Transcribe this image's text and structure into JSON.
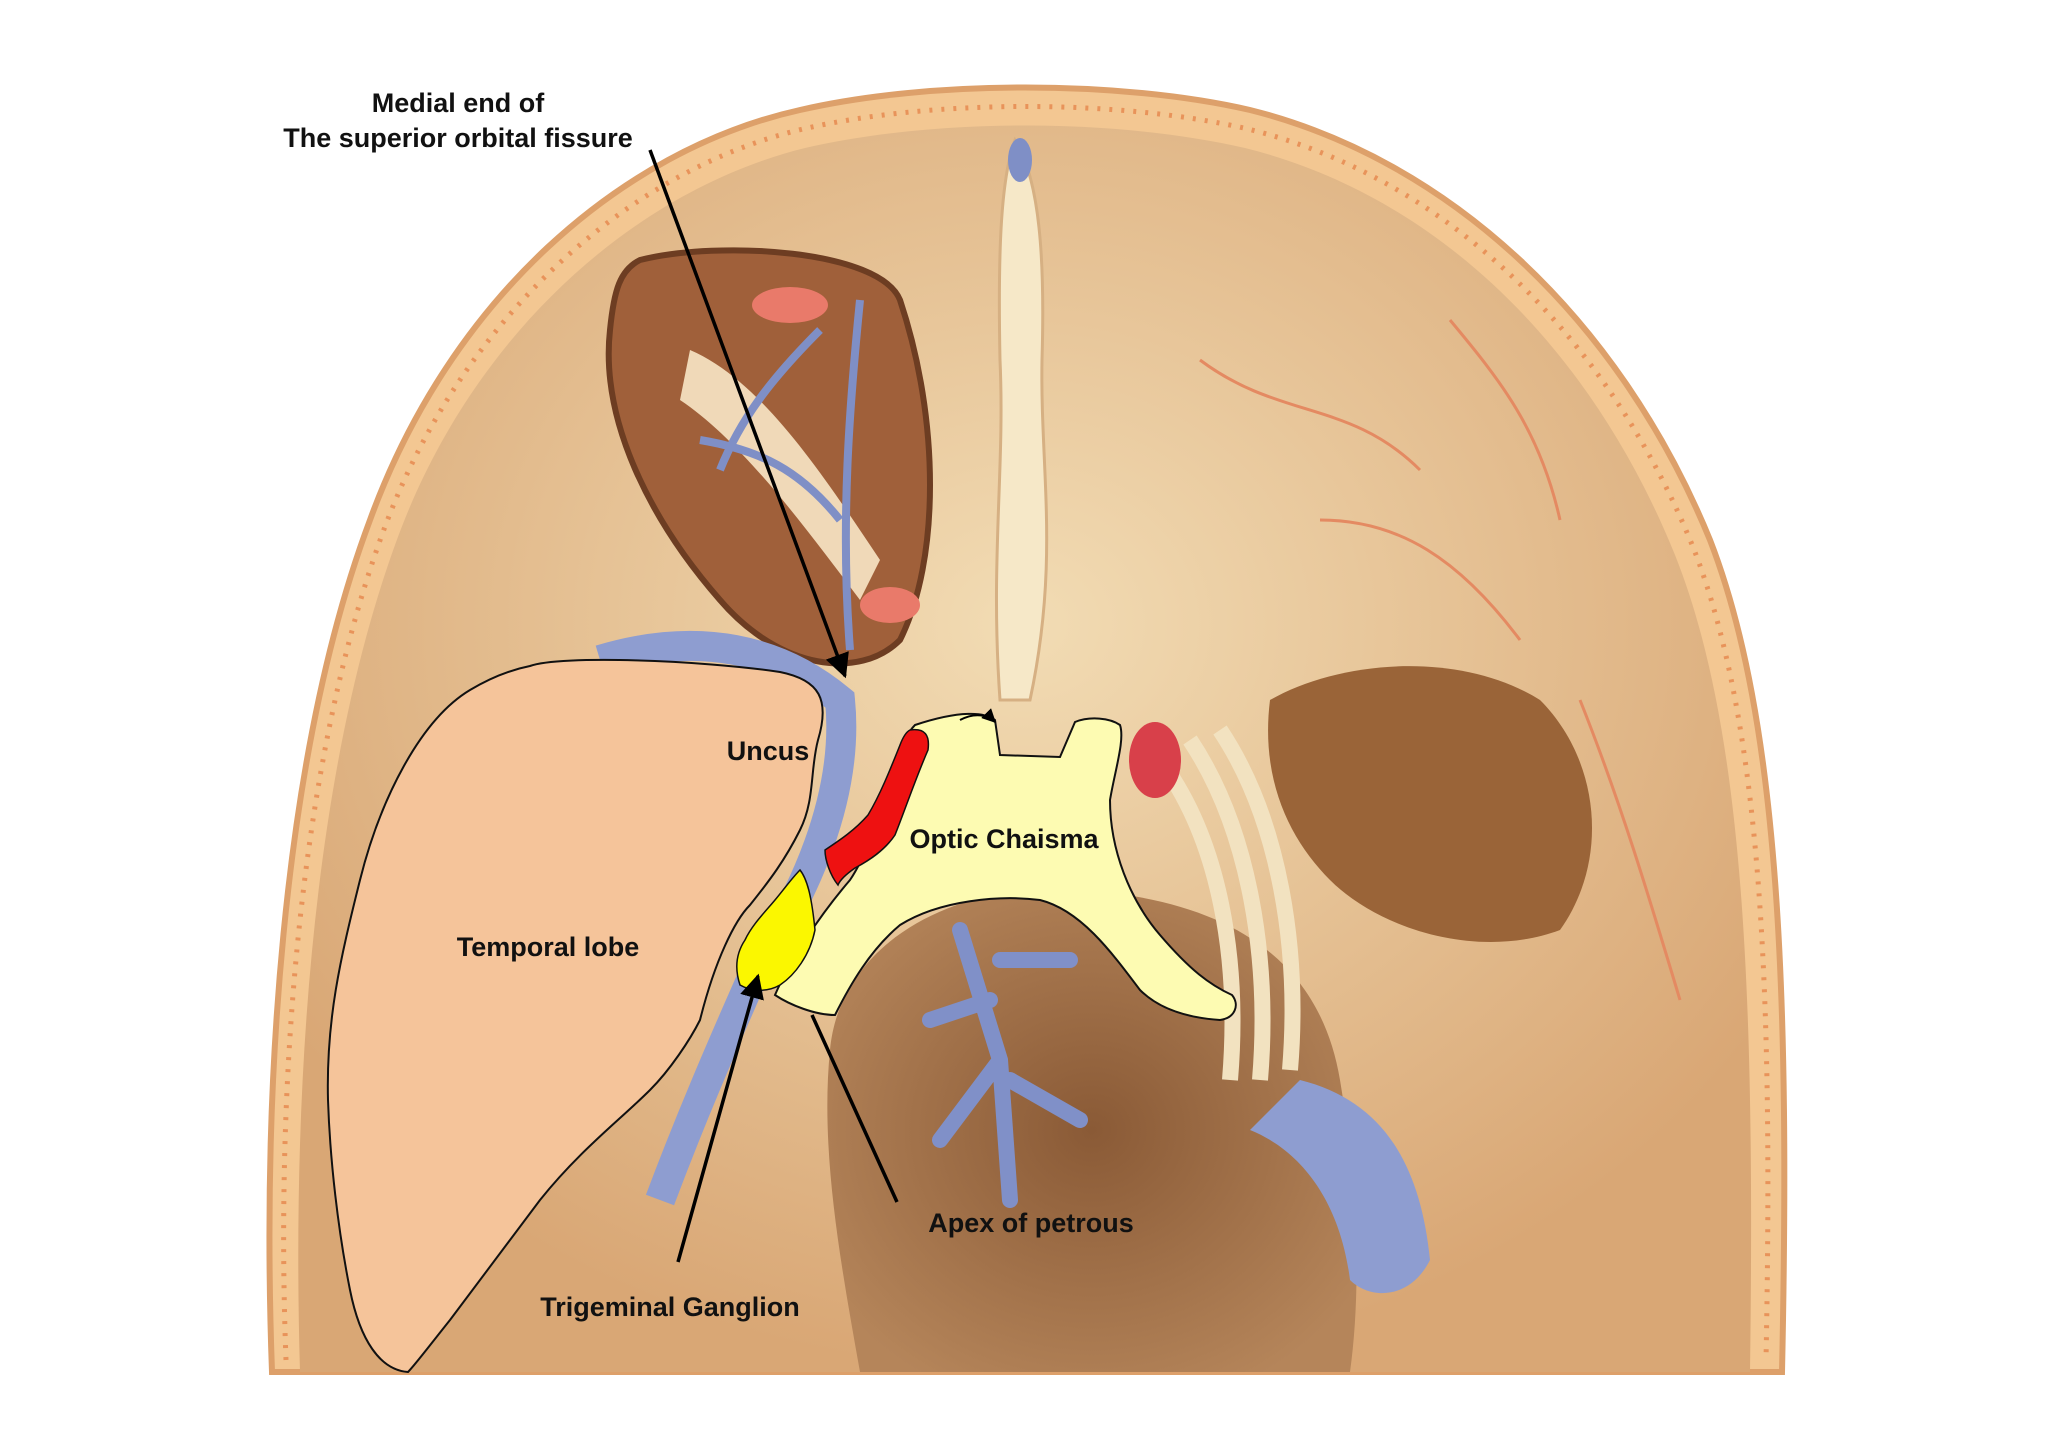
{
  "labels": {
    "superior_orbital_fissure_line1": "Medial end of",
    "superior_orbital_fissure_line2": "The superior orbital fissure",
    "uncus": "Uncus",
    "optic_chiasma": "Optic Chaisma",
    "temporal_lobe": "Temporal lobe",
    "apex_of_petrous": "Apex of  petrous",
    "trigeminal_ganglion": "Trigeminal Ganglion"
  },
  "colors": {
    "skull_outer": "#f3c792",
    "skull_inner": "#e7bf8e",
    "bone_light": "#f4e3c2",
    "fossa_shadow": "#b98456",
    "vein_blue": "#7f8fc6",
    "temporal_lobe": "#f5c49a",
    "optic_chiasma": "#fdfbb2",
    "artery_red": "#ee1111",
    "ganglion_yellow": "#fbf700",
    "arrow": "#000000"
  }
}
